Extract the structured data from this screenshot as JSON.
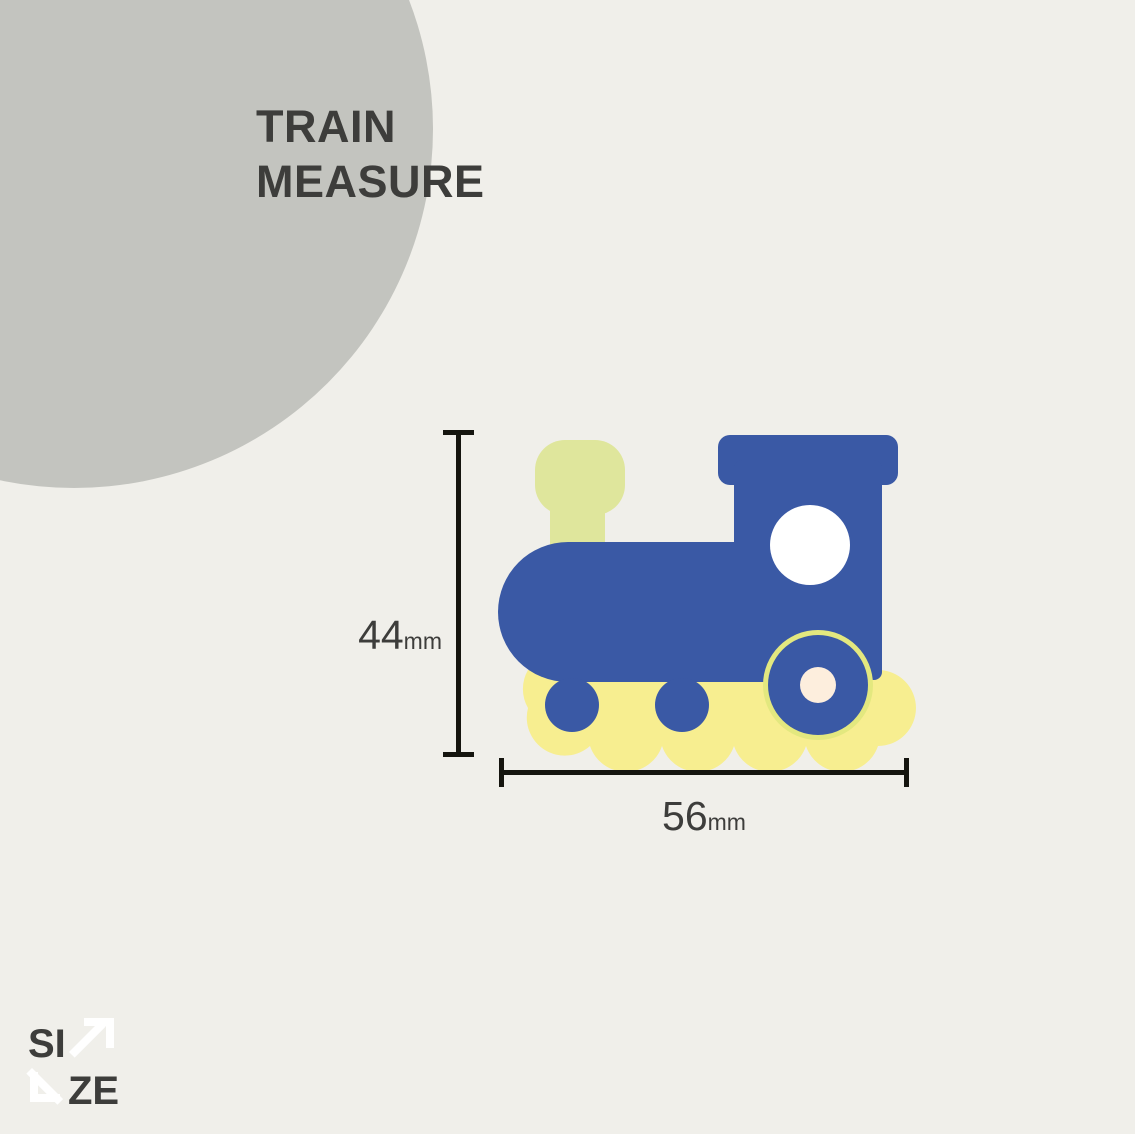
{
  "page": {
    "background_color": "#f0efea",
    "decor_circle_color": "#c3c4bf"
  },
  "header": {
    "title_line_1": "TRAIN",
    "title_line_2": "MEASURE",
    "title_color": "#3d3d3b"
  },
  "dimensions": {
    "height": {
      "value": "44",
      "unit": "mm",
      "label": "44mm",
      "orientation": "vertical"
    },
    "width": {
      "value": "56",
      "unit": "mm",
      "label": "56mm",
      "orientation": "horizontal"
    },
    "line_color": "#15150f"
  },
  "illustration": {
    "subject": "toy-train",
    "colors": {
      "body_blue": "#3a59a5",
      "base_yellow": "#f7ee90",
      "chimney_green": "#dfe69c",
      "window_white": "#ffffff",
      "hub_cream": "#fdeedd",
      "wheel_ring": "#e3e87f"
    }
  },
  "logo": {
    "text_top": "SI",
    "text_bottom": "ZE",
    "text_color": "#3d3d3b",
    "arrow_color": "#ffffff",
    "arrow_top_right": "arrow-up-right",
    "arrow_bottom_left": "arrow-down-left"
  }
}
